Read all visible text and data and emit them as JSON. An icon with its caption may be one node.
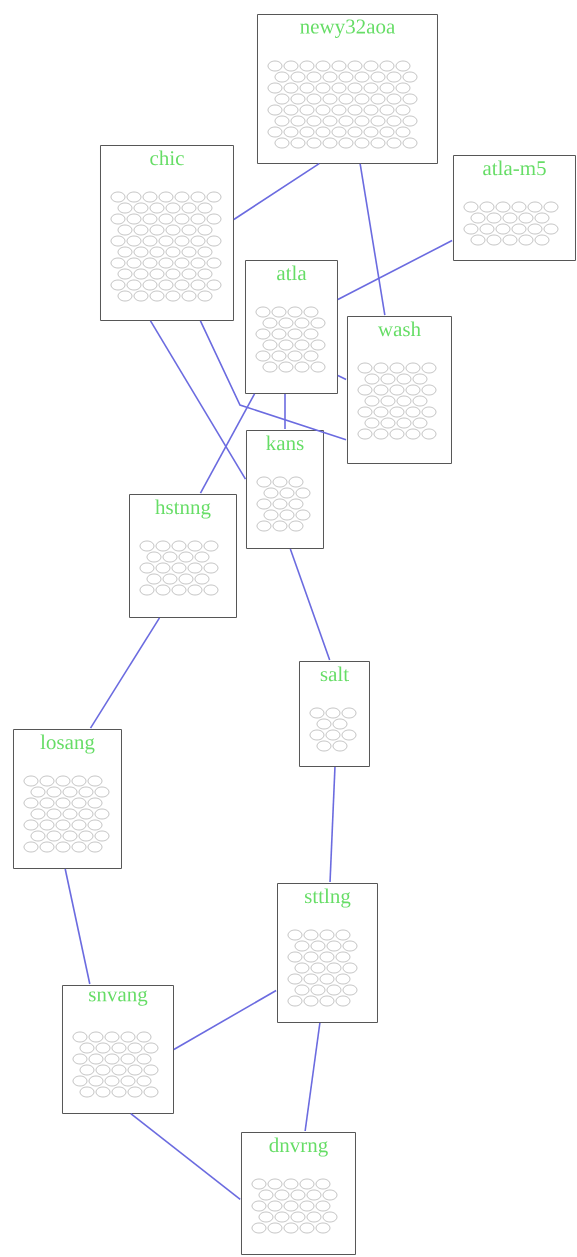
{
  "diagram": {
    "nodes": [
      {
        "text": [
          "newy32aoa"
        ]
      },
      {
        "text": [
          "chic"
        ]
      },
      {
        "text": [
          "atla-m5"
        ]
      },
      {
        "text": [
          "atla"
        ]
      },
      {
        "text": [
          "wash"
        ]
      },
      {
        "text": [
          "kans"
        ]
      },
      {
        "text": [
          "hstnng"
        ]
      },
      {
        "text": [
          "salt"
        ]
      },
      {
        "text": [
          "losang"
        ]
      },
      {
        "text": [
          "sttlng"
        ]
      },
      {
        "text": [
          "snvang"
        ]
      },
      {
        "text": [
          "dnvrng"
        ]
      }
    ],
    "edges": [
      {
        "from": 1,
        "to": 0,
        "arrow": "none"
      },
      {
        "from": 0,
        "to": 4,
        "arrow": "none"
      },
      {
        "from": 2,
        "to": 3,
        "arrow": "none"
      },
      {
        "from": 1,
        "to": 4,
        "arrow": "none"
      },
      {
        "from": 3,
        "to": 4,
        "arrow": "none"
      },
      {
        "from": 3,
        "to": 5,
        "arrow": "none"
      },
      {
        "from": 3,
        "to": 6,
        "arrow": "none"
      },
      {
        "from": 1,
        "to": 5,
        "arrow": "none"
      },
      {
        "from": 5,
        "to": 7,
        "arrow": "none"
      },
      {
        "from": 6,
        "to": 8,
        "arrow": "none"
      },
      {
        "from": 8,
        "to": 10,
        "arrow": "none"
      },
      {
        "from": 7,
        "to": 9,
        "arrow": "none"
      },
      {
        "from": 9,
        "to": 10,
        "arrow": "none"
      },
      {
        "from": 9,
        "to": 11,
        "arrow": "none"
      },
      {
        "from": 10,
        "to": 11,
        "arrow": "none"
      }
    ]
  }
}
